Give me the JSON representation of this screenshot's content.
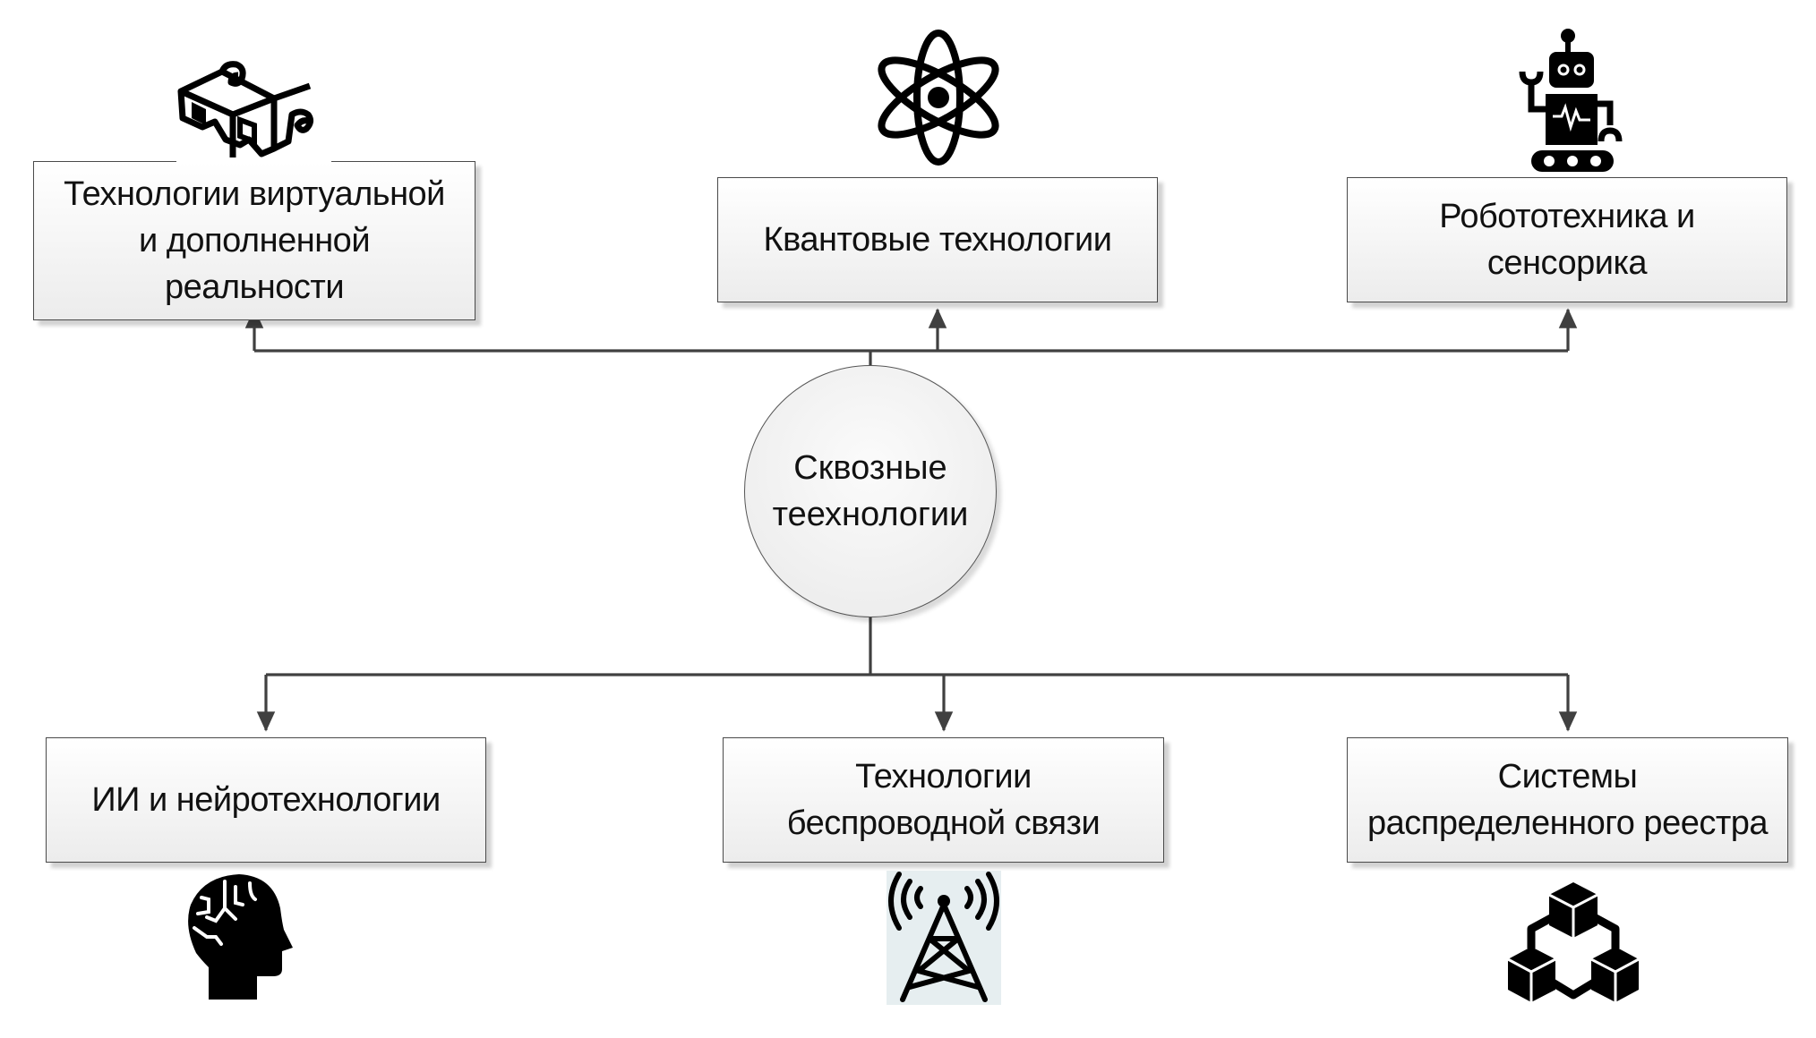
{
  "diagram": {
    "center": {
      "label": "Сквозные\nтеехнологии"
    },
    "top_nodes": [
      {
        "id": "vr-ar",
        "label": "Технологии виртуальной\nи дополненной\nреальности",
        "icon": "3d-glasses-icon"
      },
      {
        "id": "quantum",
        "label": "Квантовые технологии",
        "icon": "atom-icon"
      },
      {
        "id": "robotics",
        "label": "Робототехника и\nсенсорика",
        "icon": "robot-icon"
      }
    ],
    "bottom_nodes": [
      {
        "id": "ai",
        "label": "ИИ и нейротехнологии",
        "icon": "brain-head-icon"
      },
      {
        "id": "wireless",
        "label": "Технологии\nбеспроводной связи",
        "icon": "radio-tower-icon"
      },
      {
        "id": "ledger",
        "label": "Системы\nраспределенного реестра",
        "icon": "blockchain-cubes-icon"
      }
    ],
    "edges": [
      {
        "from": "center",
        "to": "vr-ar"
      },
      {
        "from": "center",
        "to": "quantum"
      },
      {
        "from": "center",
        "to": "robotics"
      },
      {
        "from": "center",
        "to": "ai"
      },
      {
        "from": "center",
        "to": "wireless"
      },
      {
        "from": "center",
        "to": "ledger"
      }
    ],
    "colors": {
      "line": "#404040",
      "box_border": "#4a4a4a",
      "icon": "#000000",
      "tower_bg": "#e6eef0"
    }
  }
}
